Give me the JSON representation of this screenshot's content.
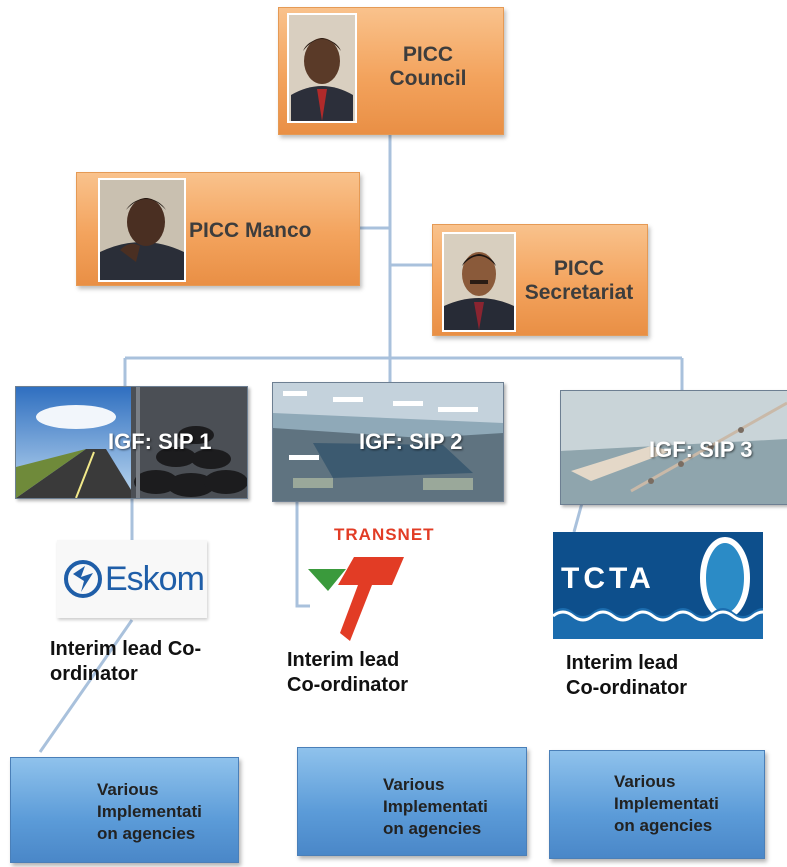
{
  "council": {
    "label": "PICC\nCouncil"
  },
  "manco": {
    "label": "PICC Manco"
  },
  "secretariat": {
    "label": "PICC\nSecretariat"
  },
  "sips": [
    {
      "label": "IGF:  SIP 1"
    },
    {
      "label": "IGF:  SIP 2"
    },
    {
      "label": "IGF: SIP 3"
    }
  ],
  "logos": {
    "eskom": "Eskom",
    "transnet": "TRANSNET",
    "tcta": "TCTA"
  },
  "coordinators": [
    {
      "label": "Interim lead Co-\nordinator"
    },
    {
      "label": "Interim lead\nCo-ordinator"
    },
    {
      "label": "Interim lead\nCo-ordinator"
    }
  ],
  "agencies": [
    {
      "label": "Various\nImplementati\non agencies"
    },
    {
      "label": "Various\nImplementati\non agencies"
    },
    {
      "label": "Various\nImplementati\non agencies"
    }
  ],
  "colors": {
    "orange": "#f3a35d",
    "blue": "#5b9bd8",
    "connector": "#a9c1dc"
  }
}
